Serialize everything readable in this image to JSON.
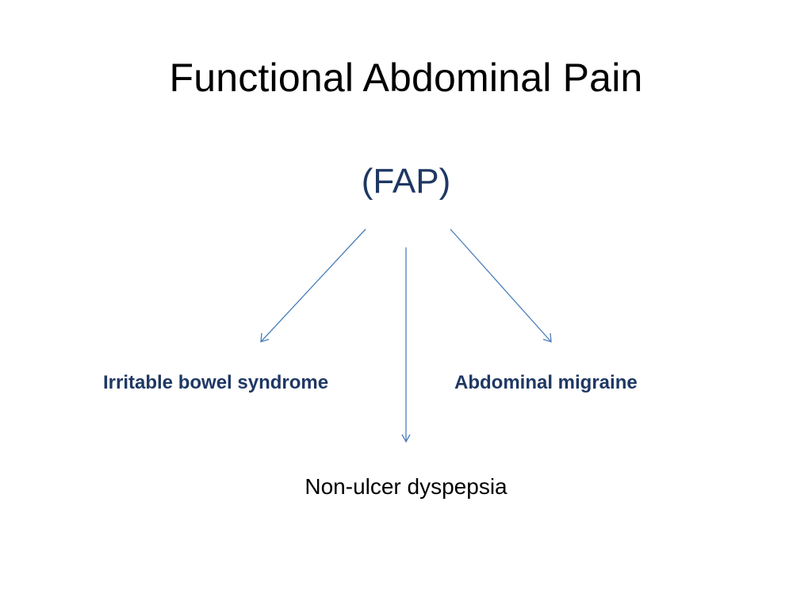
{
  "slide": {
    "title": "Functional Abdominal Pain",
    "subtitle": "(FAP)",
    "nodes": {
      "left": "Irritable bowel syndrome",
      "right": "Abdominal migraine",
      "bottom": "Non-ulcer dyspepsia"
    }
  },
  "colors": {
    "arrow": "#4a7ebb",
    "subtitle_text": "#1f3864",
    "node_text": "#1f3864",
    "title_text": "#000000"
  }
}
